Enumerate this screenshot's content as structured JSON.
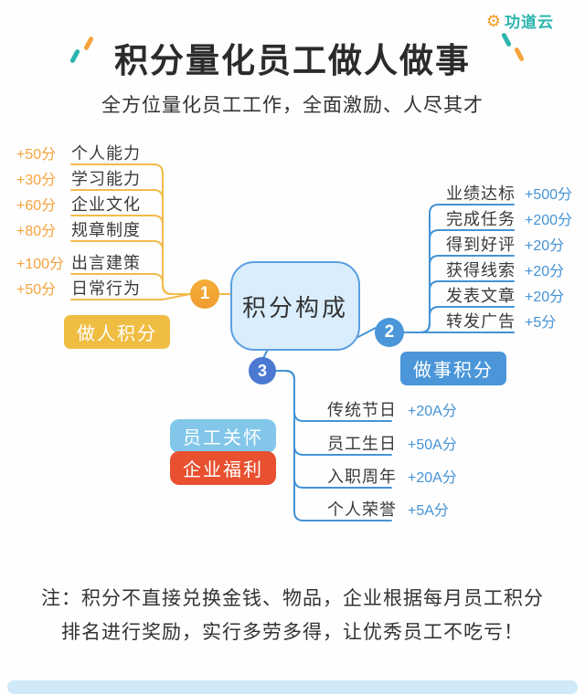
{
  "logo": {
    "brand": "功道云",
    "icon": "gear-icon"
  },
  "header": {
    "title": "积分量化员工做人做事",
    "subtitle": "全方位量化员工工作，全面激励、人尽其才"
  },
  "center_node": {
    "label": "积分构成"
  },
  "groups": {
    "person": {
      "badge": "1",
      "label": "做人积分",
      "items": [
        {
          "score": "+50分",
          "name": "个人能力"
        },
        {
          "score": "+30分",
          "name": "学习能力"
        },
        {
          "score": "+60分",
          "name": "企业文化"
        },
        {
          "score": "+80分",
          "name": "规章制度"
        },
        {
          "score": "+100分",
          "name": "出言建策"
        },
        {
          "score": "+50分",
          "name": "日常行为"
        }
      ]
    },
    "work": {
      "badge": "2",
      "label": "做事积分",
      "items": [
        {
          "name": "业绩达标",
          "score": "+500分"
        },
        {
          "name": "完成任务",
          "score": "+200分"
        },
        {
          "name": "得到好评",
          "score": "+20分"
        },
        {
          "name": "获得线索",
          "score": "+20分"
        },
        {
          "name": "发表文章",
          "score": "+20分"
        },
        {
          "name": "转发广告",
          "score": "+5分"
        }
      ]
    },
    "welfare": {
      "badge": "3",
      "labels": [
        {
          "text": "员工关怀"
        },
        {
          "text": "企业福利"
        }
      ],
      "items": [
        {
          "name": "传统节日",
          "score": "+20A分"
        },
        {
          "name": "员工生日",
          "score": "+50A分"
        },
        {
          "name": "入职周年",
          "score": "+20A分"
        },
        {
          "name": "个人荣誉",
          "score": "+5A分"
        }
      ]
    }
  },
  "note": {
    "line1": "注：积分不直接兑换金钱、物品，企业根据每月员工积分",
    "line2": "排名进行奖励，实行多劳多得，让优秀员工不吃亏！"
  },
  "colors": {
    "orange": "#f5a33c",
    "yellow_line": "#f2bb4b",
    "yellow_pill": "#f0bd43",
    "blue": "#4493d6",
    "light_blue_pill": "#82c7e9",
    "red_pill": "#e8502f",
    "teal": "#2ab5ad",
    "node_fill": "#d9edfd",
    "node_border": "#5b9fe0",
    "footer_bar": "#cfe9f8",
    "badge1": "#f5ad3a",
    "badge2": "#4a96d9",
    "badge3": "#4b79d2",
    "gear": "#f59a23"
  }
}
